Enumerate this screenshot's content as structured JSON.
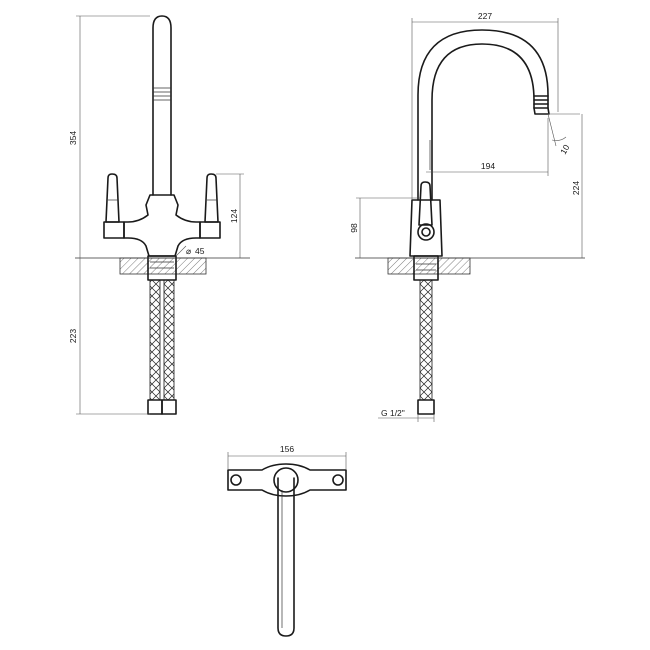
{
  "dimensions": {
    "front_total_height": "354",
    "front_handle_height": "124",
    "front_base_diameter": "45",
    "front_diameter_symbol": "⌀",
    "front_hose_length": "223",
    "side_reach_outer": "227",
    "side_reach_inner": "194",
    "side_spout_height": "224",
    "side_handle_height": "98",
    "side_spout_angle": "10",
    "side_thread": "G 1/2\"",
    "top_handle_span": "156"
  },
  "colors": {
    "line": "#1a1a1a",
    "hatch": "#d9d9d9"
  }
}
